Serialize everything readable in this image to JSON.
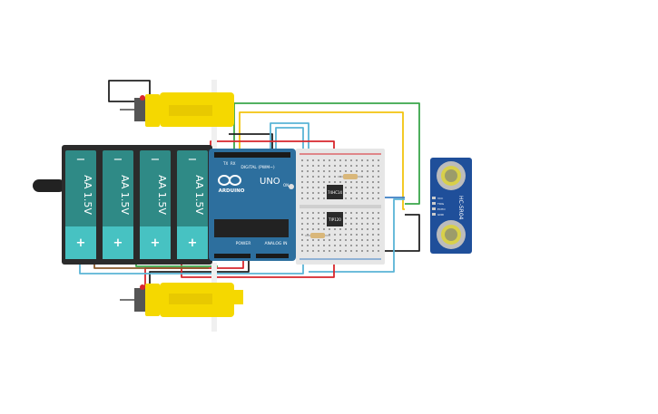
{
  "battery_pack": {
    "cells": [
      {
        "label": "AA 1.5V",
        "minus": "−",
        "plus": "+"
      },
      {
        "label": "AA 1.5V",
        "minus": "−",
        "plus": "+"
      },
      {
        "label": "AA 1.5V",
        "minus": "−",
        "plus": "+"
      },
      {
        "label": "AA 1.5V",
        "minus": "−",
        "plus": "+"
      }
    ]
  },
  "arduino": {
    "brand": "ARDUINO",
    "model": "UNO",
    "digital_header": "DIGITAL (PWM~)",
    "power_header": "POWER",
    "analog_header": "ANALOG IN",
    "on_label": "ON",
    "tx_label": "TX",
    "rx_label": "RX"
  },
  "breadboard": {
    "chips": [
      {
        "label": "74HC14"
      },
      {
        "label": "TIP120"
      }
    ]
  },
  "sensor": {
    "model": "HC-SR04",
    "pins": [
      "VCC",
      "TRIG",
      "ECHO",
      "GND"
    ]
  },
  "colors": {
    "battery_body": "#2f8a86",
    "battery_cap": "#47c2c2",
    "battery_frame": "#2b2b2b",
    "arduino_board": "#2d6f9e",
    "breadboard": "#e6e6e6",
    "motor_yellow": "#f5d800",
    "sensor_board": "#1f4f9a",
    "wire_red": "#d8262c",
    "wire_black": "#222222",
    "wire_green": "#3aa64a",
    "wire_yellow": "#f2c40f",
    "wire_cyan": "#5ab4d6",
    "wire_blue": "#3b7fc4",
    "wire_brown": "#8b5a2b"
  },
  "icons": [
    "arduino-infinity-logo",
    "reset-button",
    "usb-connector",
    "barrel-jack"
  ]
}
